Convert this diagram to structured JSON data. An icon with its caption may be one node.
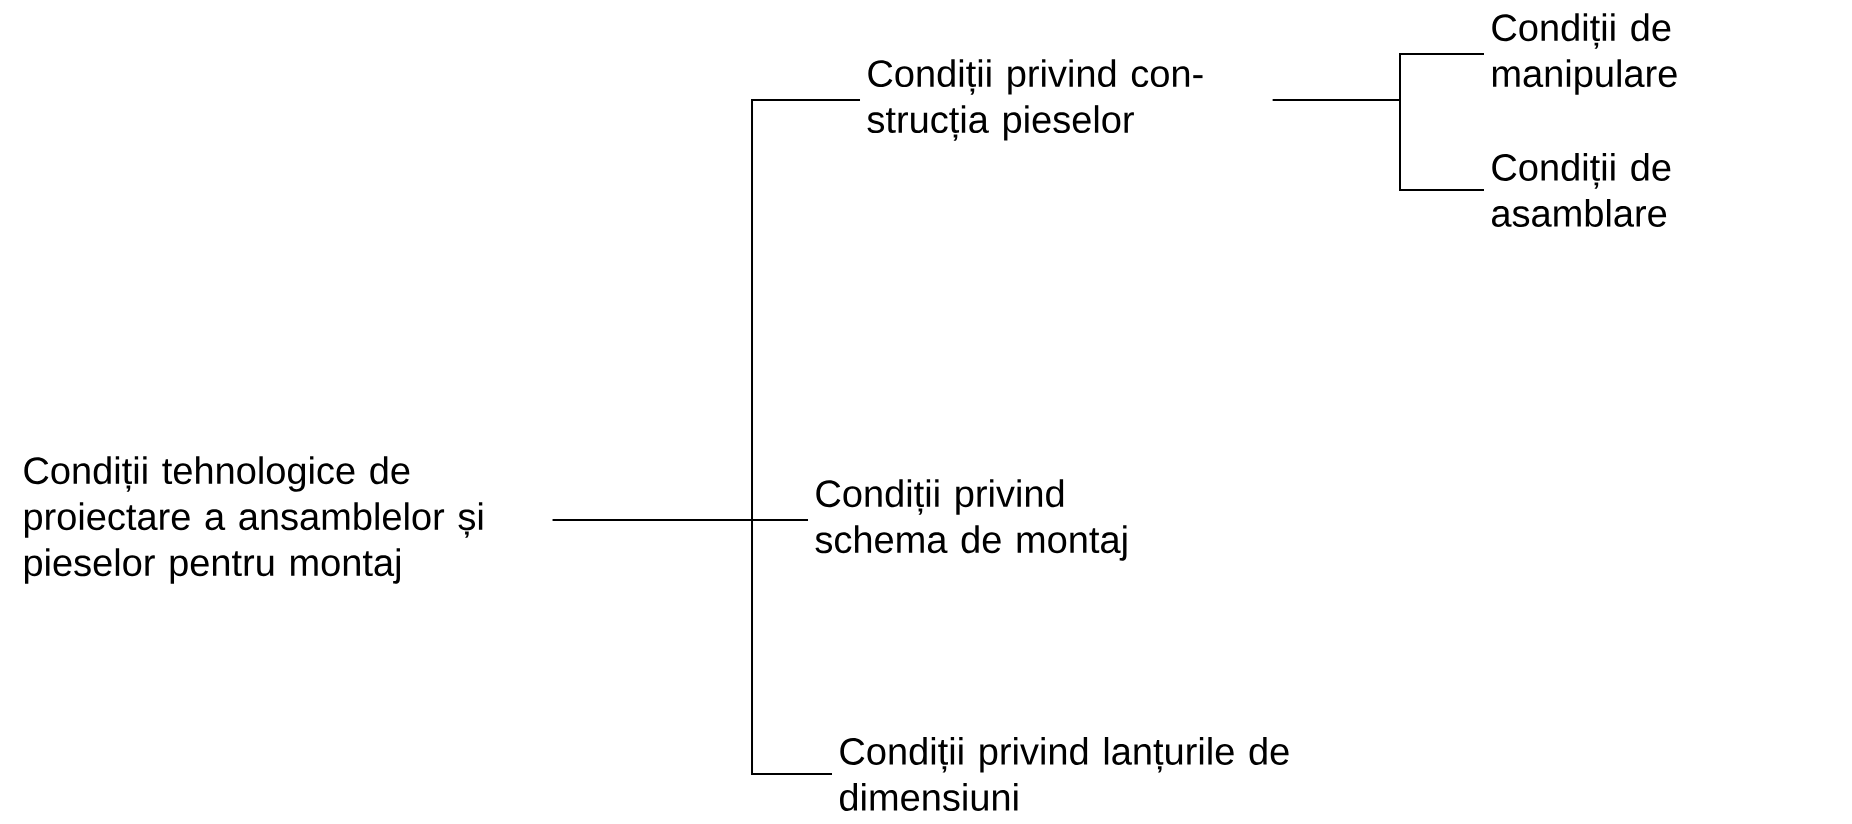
{
  "diagram": {
    "nodes": [
      {
        "text": [
          "Condiții tehnologice de proiectare a ansamblelor și pieselor pentru montaj"
        ]
      },
      {
        "text": [
          "Condiții privind con-strucția pieselor"
        ]
      },
      {
        "text": [
          "Condiții privind schema de montaj"
        ]
      },
      {
        "text": [
          "Condiții privind lanțurile de dimensiuni"
        ]
      },
      {
        "text": [
          "Condiții de manipulare"
        ]
      },
      {
        "text": [
          "Condiții de asamblare"
        ]
      }
    ],
    "edges": [
      {
        "from": 0,
        "to": 1,
        "arrow": "none"
      },
      {
        "from": 0,
        "to": 2,
        "arrow": "none"
      },
      {
        "from": 0,
        "to": 3,
        "arrow": "none"
      },
      {
        "from": 1,
        "to": 4,
        "arrow": "none"
      },
      {
        "from": 1,
        "to": 5,
        "arrow": "none"
      }
    ]
  }
}
